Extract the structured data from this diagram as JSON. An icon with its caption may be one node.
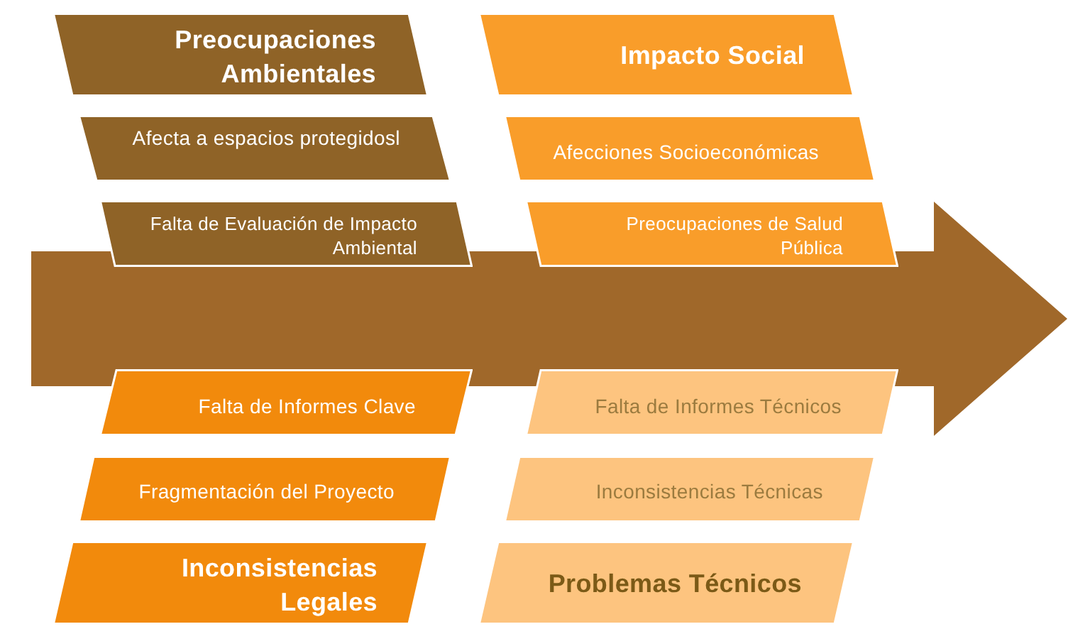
{
  "diagram": {
    "nodes": [
      {
        "text": [
          "Preocupaciones Ambientales"
        ]
      },
      {
        "text": [
          "Impacto Social"
        ]
      },
      {
        "text": [
          "Afecta a espacios protegidosl"
        ]
      },
      {
        "text": [
          "Afecciones Socioeconómicas"
        ]
      },
      {
        "text": [
          "Falta de Evaluación de Impacto Ambiental"
        ]
      },
      {
        "text": [
          "Preocupaciones de Salud Pública"
        ]
      },
      {
        "text": [],
        "shape": "arrow"
      },
      {
        "text": [
          "Falta de Informes Clave"
        ]
      },
      {
        "text": [
          "Falta de Informes Técnicos"
        ]
      },
      {
        "text": [
          "Fragmentación del Proyecto"
        ]
      },
      {
        "text": [
          "Inconsistencias Técnicas"
        ]
      },
      {
        "text": [
          "Inconsistencias Legales"
        ]
      },
      {
        "text": [
          "Problemas Técnicos"
        ]
      }
    ]
  }
}
